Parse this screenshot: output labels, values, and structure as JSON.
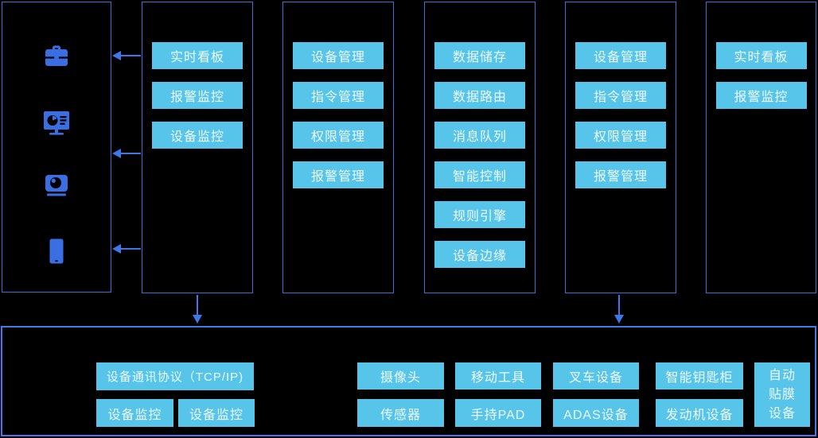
{
  "colors": {
    "background": "#000000",
    "box_border": "#3e6edb",
    "bottom_border": "#4379e8",
    "node_fill": "#57c5ea",
    "node_text": "#ecf9fe",
    "icon_blue": "#3a6fe3",
    "arrow_blue": "#3e78e8"
  },
  "device_panel": {
    "icons": [
      "briefcase-icon",
      "monitor-dashboard-icon",
      "camera-icon",
      "smartphone-icon"
    ]
  },
  "columns": [
    {
      "buttons": [
        "实时看板",
        "报警监控",
        "设备监控"
      ]
    },
    {
      "buttons": [
        "设备管理",
        "指令管理",
        "权限管理",
        "报警管理"
      ]
    },
    {
      "buttons": [
        "数据储存",
        "数据路由",
        "消息队列",
        "智能控制",
        "规则引擎",
        "设备边缘"
      ]
    },
    {
      "buttons": [
        "设备管理",
        "指令管理",
        "权限管理",
        "报警管理"
      ]
    },
    {
      "buttons": [
        "实时看板",
        "报警监控"
      ]
    }
  ],
  "bottom": {
    "protocol_label": "设备通讯协议（TCP/IP)",
    "monitor_labels": [
      "设备监控",
      "设备监控"
    ],
    "device_rows": [
      [
        "摄像头",
        "移动工具",
        "叉车设备",
        "智能钥匙柜"
      ],
      [
        "传感器",
        "手持PAD",
        "ADAS设备",
        "发动机设备"
      ]
    ],
    "film_device_lines": [
      "自动",
      "贴膜",
      "设备"
    ]
  }
}
